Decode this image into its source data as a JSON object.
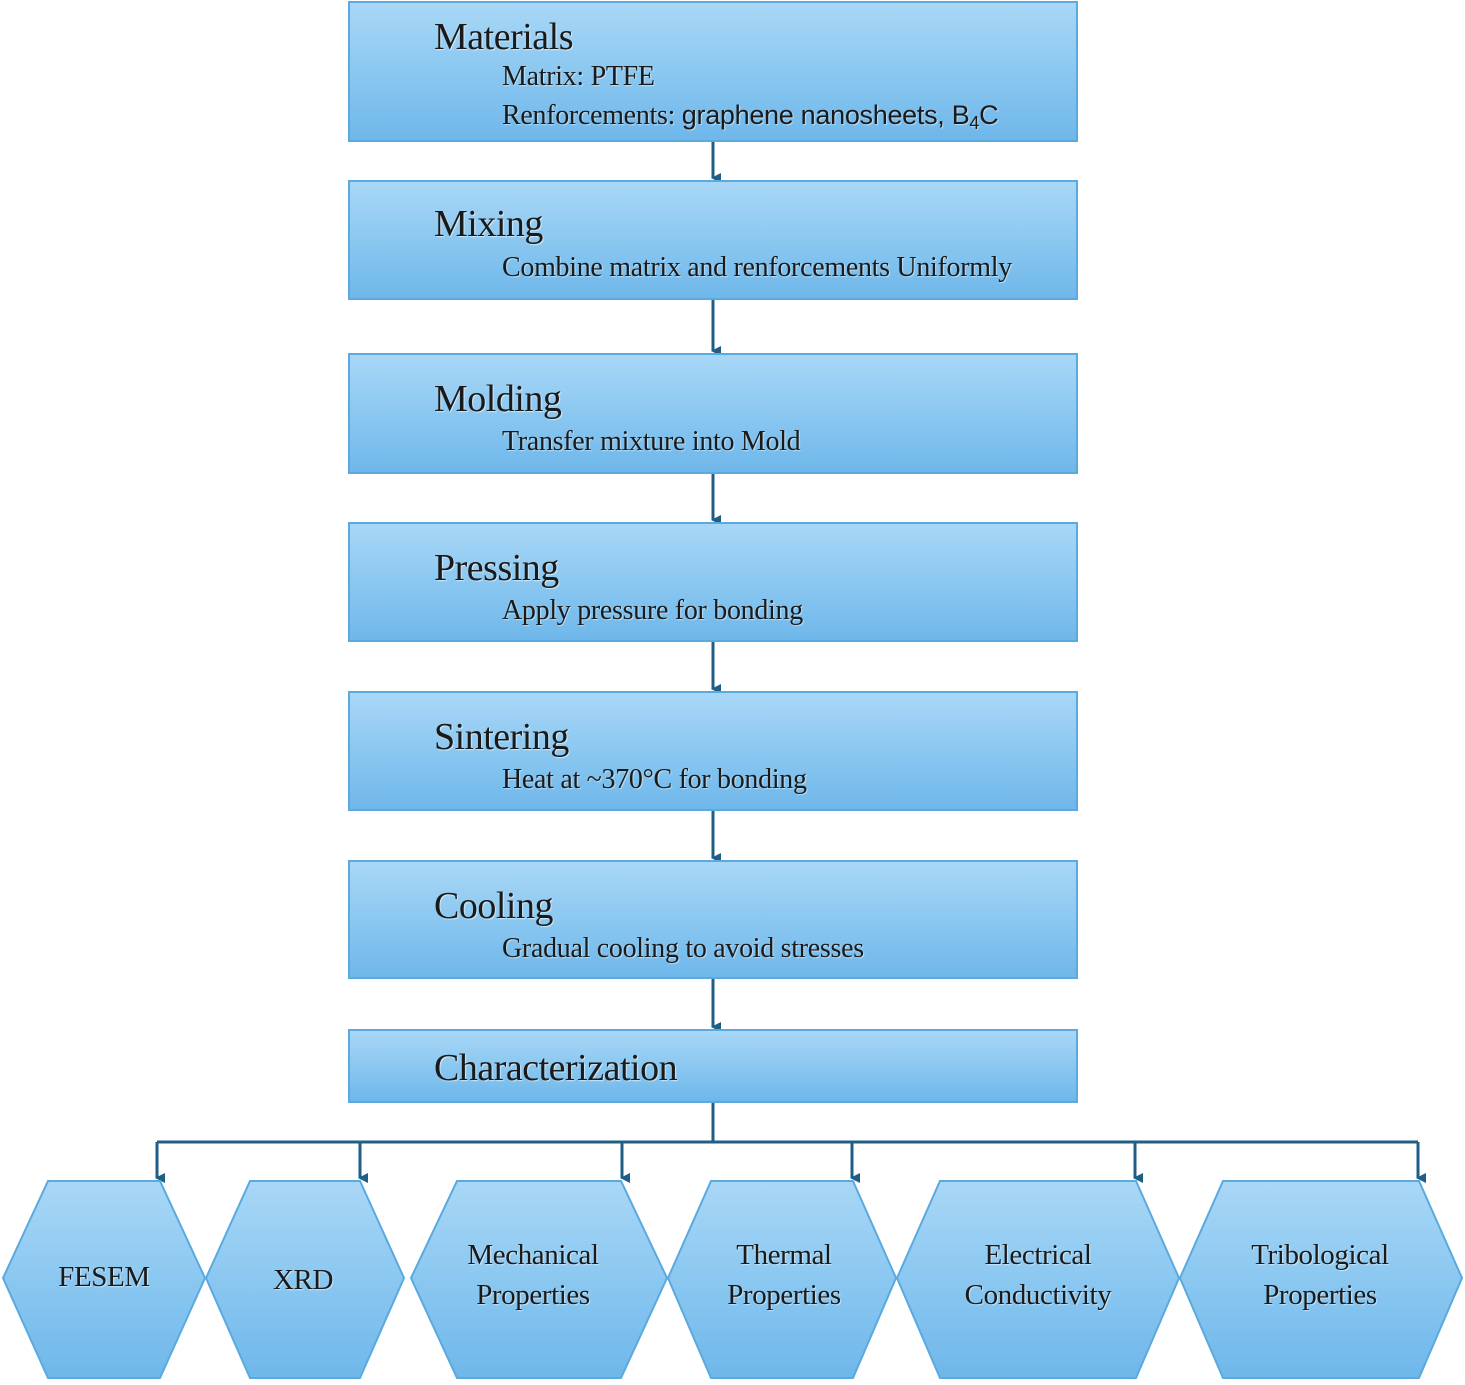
{
  "steps": [
    {
      "title": "Materials",
      "lines": [
        "Matrix: PTFE"
      ],
      "reinforcement_prefix": "Renforcements: ",
      "reinforcement_text": "graphene nanosheets, B",
      "reinforcement_sub": "4",
      "reinforcement_suffix": "C"
    },
    {
      "title": "Mixing",
      "lines": [
        "Combine matrix and renforcements Uniformly"
      ]
    },
    {
      "title": "Molding",
      "lines": [
        "Transfer mixture into Mold"
      ]
    },
    {
      "title": "Pressing",
      "lines": [
        "Apply pressure for bonding"
      ]
    },
    {
      "title": "Sintering",
      "lines": [
        "Heat at ~370°C for bonding"
      ]
    },
    {
      "title": "Cooling",
      "lines": [
        "Gradual cooling to avoid stresses"
      ]
    },
    {
      "title": "Characterization",
      "lines": []
    }
  ],
  "characterization_methods": [
    {
      "label": "FESEM"
    },
    {
      "label": "XRD"
    },
    {
      "label": "Mechanical\nProperties"
    },
    {
      "label": "Thermal\nProperties"
    },
    {
      "label": "Electrical\nConductivity"
    },
    {
      "label": "Tribological\nProperties"
    }
  ],
  "colors": {
    "box_fill": "#88c6f0",
    "box_border": "#5aa9df",
    "connector": "#1f5f86"
  }
}
